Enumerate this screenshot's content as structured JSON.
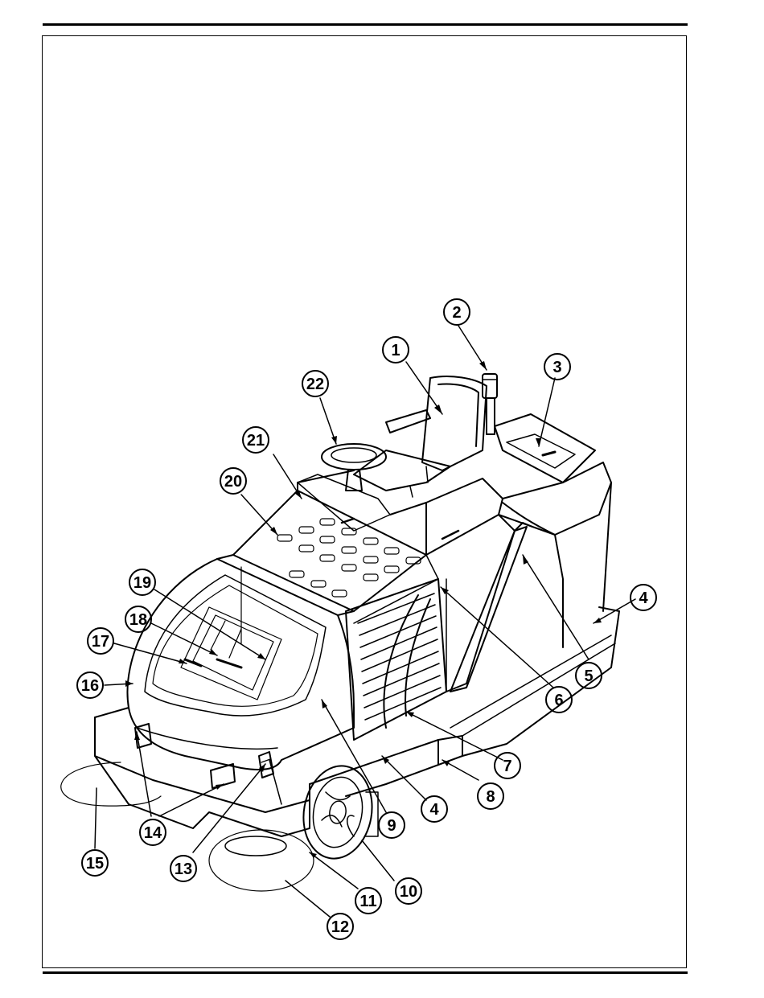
{
  "colors": {
    "ink": "#000000",
    "paper": "#ffffff",
    "shade": "#e9e9e9",
    "light": "#f4f4f4"
  },
  "callouts": [
    {
      "id": "c1",
      "label": "1"
    },
    {
      "id": "c2",
      "label": "2"
    },
    {
      "id": "c3",
      "label": "3"
    },
    {
      "id": "c4a",
      "label": "4"
    },
    {
      "id": "c5",
      "label": "5"
    },
    {
      "id": "c6",
      "label": "6"
    },
    {
      "id": "c7",
      "label": "7"
    },
    {
      "id": "c4b",
      "label": "4"
    },
    {
      "id": "c8",
      "label": "8"
    },
    {
      "id": "c9",
      "label": "9"
    },
    {
      "id": "c10",
      "label": "10"
    },
    {
      "id": "c11",
      "label": "11"
    },
    {
      "id": "c12",
      "label": "12"
    },
    {
      "id": "c13",
      "label": "13"
    },
    {
      "id": "c14",
      "label": "14"
    },
    {
      "id": "c15",
      "label": "15"
    },
    {
      "id": "c16",
      "label": "16"
    },
    {
      "id": "c17",
      "label": "17"
    },
    {
      "id": "c18",
      "label": "18"
    },
    {
      "id": "c19",
      "label": "19"
    },
    {
      "id": "c20",
      "label": "20"
    },
    {
      "id": "c21",
      "label": "21"
    },
    {
      "id": "c22",
      "label": "22"
    }
  ]
}
